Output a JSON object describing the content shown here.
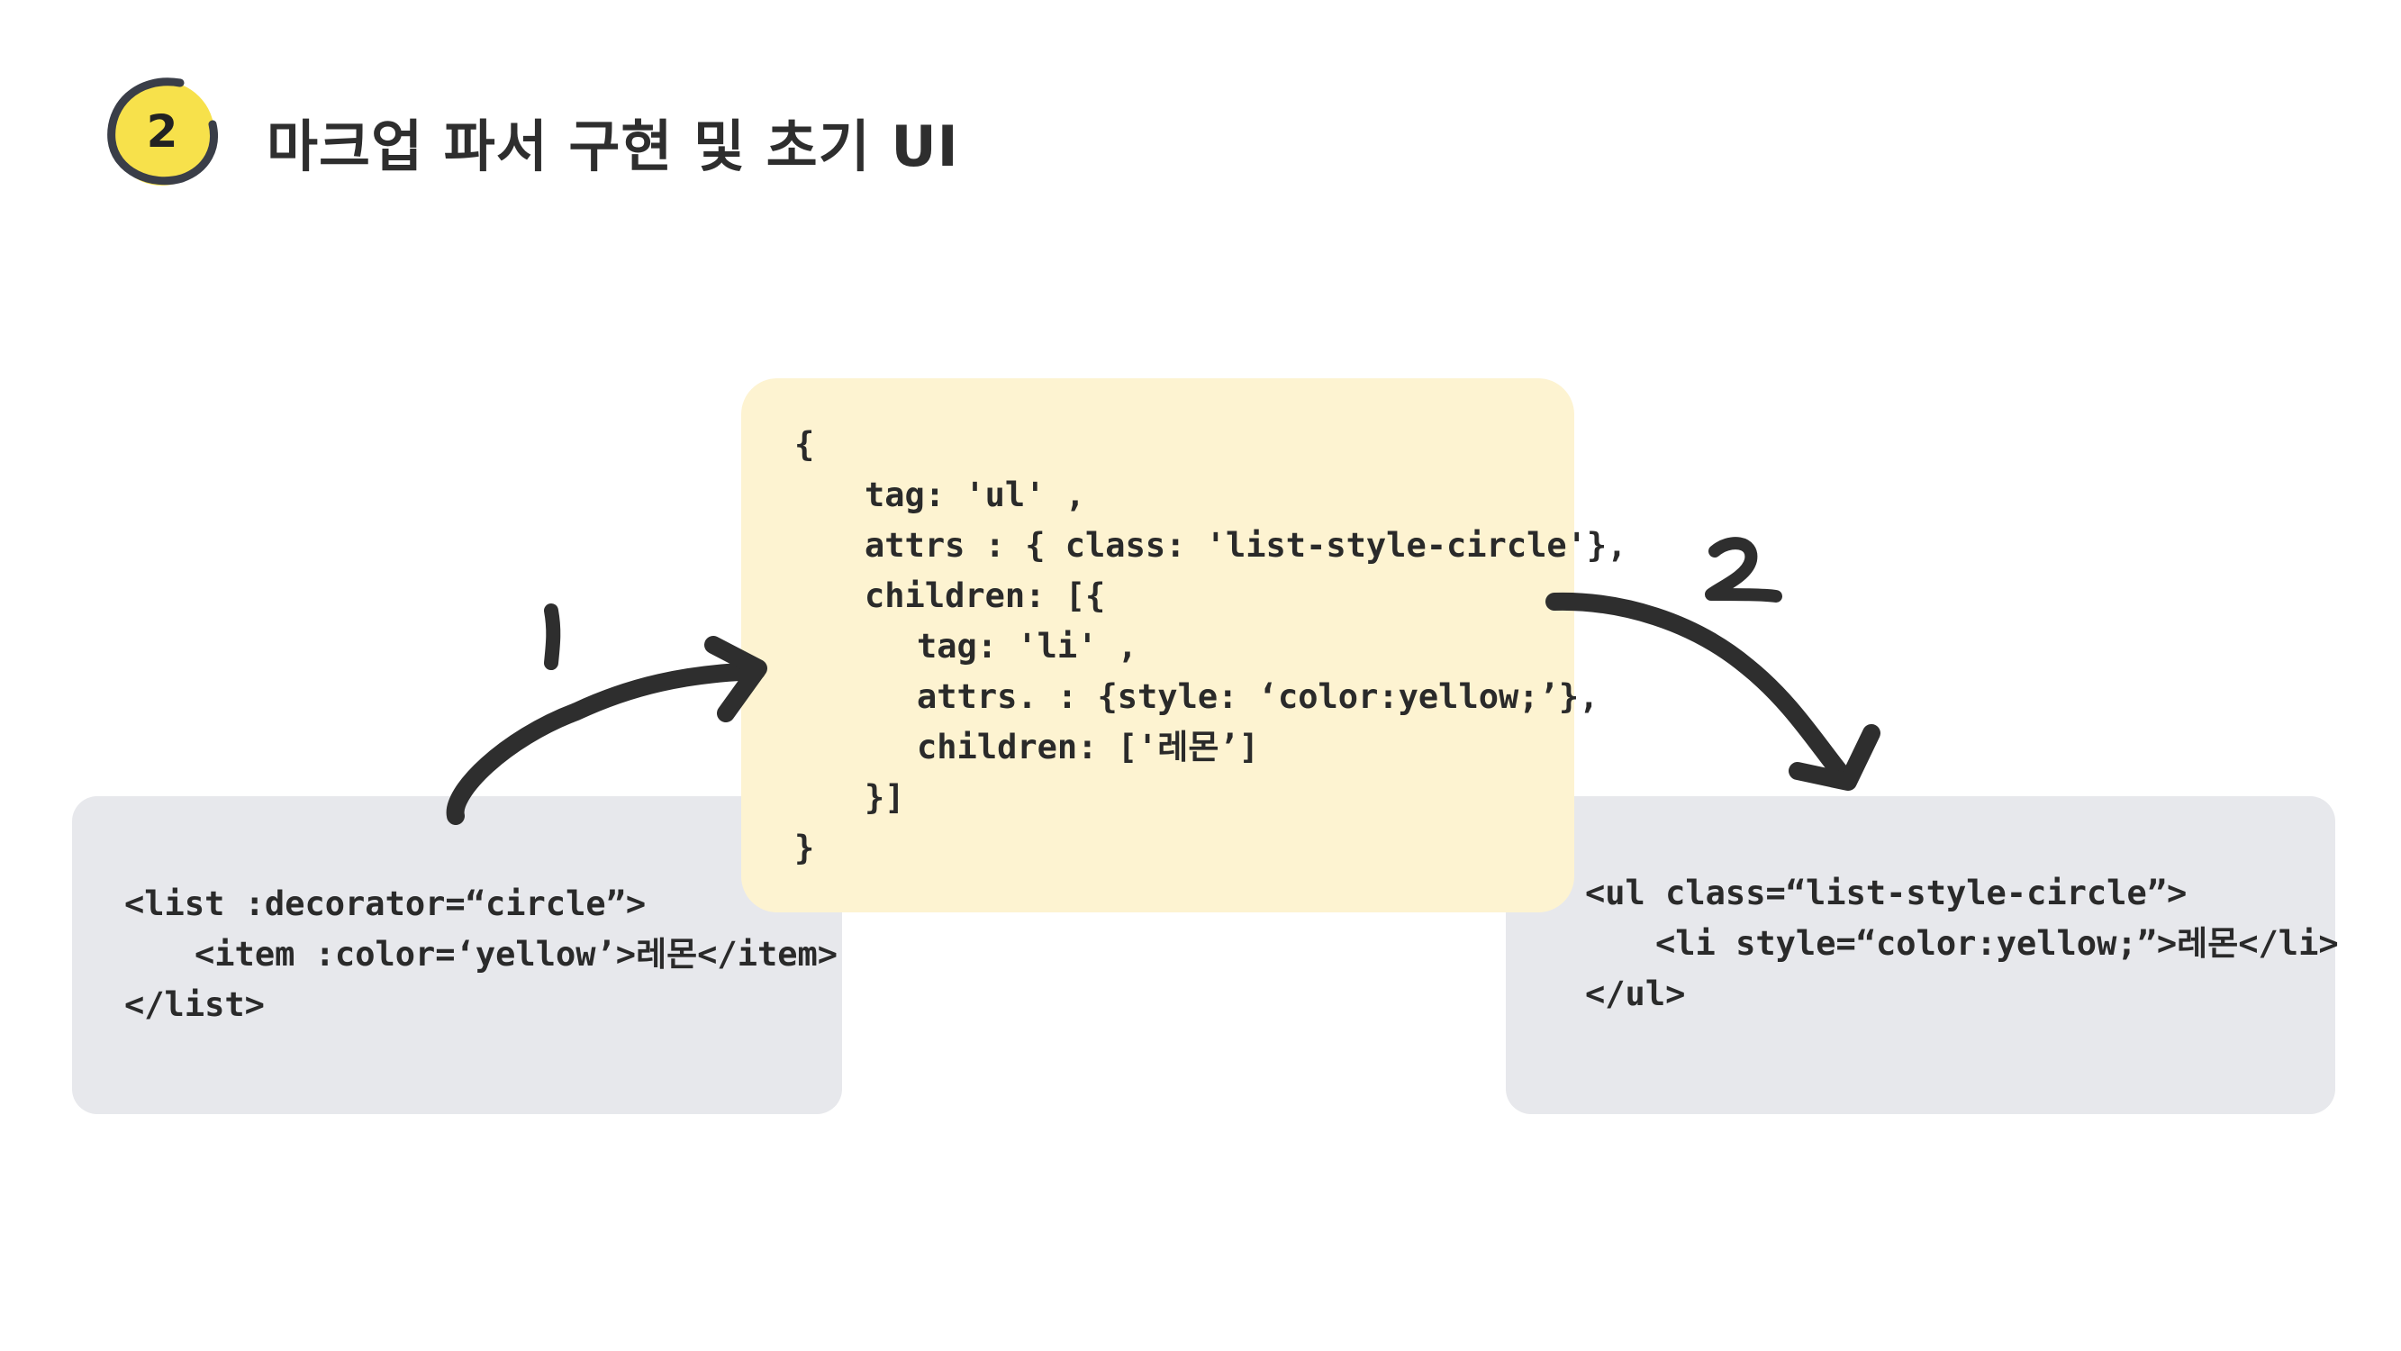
{
  "header": {
    "badge_number": "2",
    "title": "마크업 파서 구현 및 초기 UI"
  },
  "steps": {
    "step1_label": "1",
    "step2_label": "2"
  },
  "source_markup": {
    "lines": [
      "<list :decorator=“circle”>",
      "<item :color=‘yellow’>레몬</item>",
      "</list>"
    ]
  },
  "parsed_object": {
    "lines": [
      "{",
      "tag: 'ul' ,",
      "attrs : { class: 'list-style-circle'},",
      "children: [{",
      "tag: 'li' ,",
      "attrs. : {style: ‘color:yellow;’},",
      "children: ['레몬’]",
      "}]",
      "}"
    ]
  },
  "output_html": {
    "lines": [
      "<ul class=“list-style-circle”>",
      "<li style=“color:yellow;”>레몬</li>",
      "</ul>"
    ]
  },
  "colors": {
    "badge_fill": "#f7e14b",
    "badge_ring": "#3a3e48",
    "gray_box": "#e7e8ec",
    "yellow_box": "#fdf3d1",
    "arrow": "#2e2e2e"
  }
}
